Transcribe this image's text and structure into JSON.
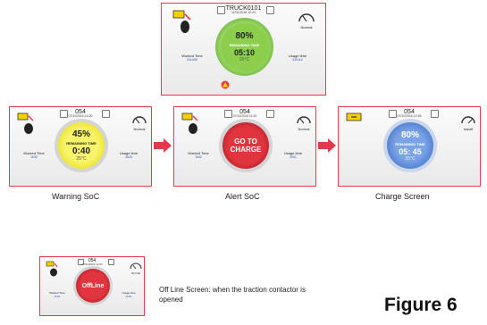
{
  "top_screen": {
    "unit_id": "TRUCK0101",
    "timestamp": "11/01/2016 10:20",
    "percent": "80%",
    "remaining_label": "REMAINING TIME",
    "time": "05:10",
    "temp": "25°C",
    "status": "Normal",
    "worked_label": "Worked Time",
    "worked_value": "011435",
    "usage_label": "Usage time",
    "usage_value": "029110"
  },
  "warning_screen": {
    "unit_id": "054",
    "timestamp": "07/11/2016 10:20",
    "percent": "45%",
    "remaining_label": "REMAINING TIME",
    "time": "0:40",
    "temp": "25°C",
    "status": "Normal",
    "worked_label": "Worked Time",
    "worked_value": "1h30",
    "usage_label": "Usage time",
    "usage_value": "2h23",
    "caption": "Warning SoC"
  },
  "alert_screen": {
    "unit_id": "054",
    "timestamp": "07/11/2016 11:20",
    "action_line1": "GO TO",
    "action_line2": "CHARGE",
    "status": "Normal",
    "worked_label": "Worked Time",
    "worked_value": "1h02",
    "usage_label": "Usage time",
    "usage_value": "2h01",
    "caption": "Alert SoC"
  },
  "charge_screen": {
    "unit_id": "054",
    "timestamp": "07/11/2016 12:45",
    "percent": "80%",
    "remaining_label": "REMAINING TIME",
    "time": "05: 45",
    "temp": "25°C",
    "status": "Inactif",
    "caption": "Charge Screen"
  },
  "offline_screen": {
    "unit_id": "054",
    "timestamp": "07/11/2016 11:00",
    "label": "OffLine",
    "status": "Normal",
    "worked_label": "Worked Time",
    "worked_value": "1h02",
    "usage_label": "Usage time",
    "usage_value": "2h01",
    "caption": "Off Line Screen: when the traction contactor is opened"
  },
  "figure_label": "Figure 6",
  "colors": {
    "frame": "#e8384a",
    "arrow": "#e23a4c",
    "green": "#8bcf4c",
    "yellow": "#f4ee3a",
    "red": "#d2232e",
    "blue": "#4f7fd1"
  }
}
